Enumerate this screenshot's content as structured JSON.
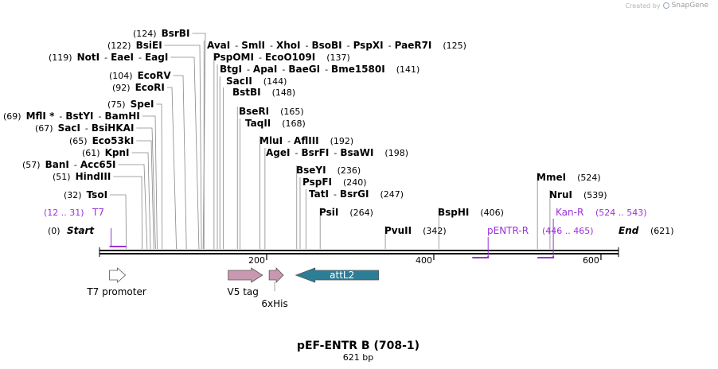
{
  "credit": {
    "prefix": "Created by",
    "brand": "SnapGene"
  },
  "title": "pEF-ENTR B (708-1)",
  "length_label": "621 bp",
  "sequence_length": 621,
  "sites": [
    {
      "pos": 32,
      "names": [
        "TsoI"
      ]
    },
    {
      "pos": 51,
      "names": [
        "HindIII"
      ]
    },
    {
      "pos": 57,
      "names": [
        "BanI",
        "Acc65I"
      ]
    },
    {
      "pos": 61,
      "names": [
        "KpnI"
      ]
    },
    {
      "pos": 65,
      "names": [
        "Eco53kI"
      ]
    },
    {
      "pos": 67,
      "names": [
        "SacI",
        "BsiHKAI"
      ]
    },
    {
      "pos": 69,
      "names": [
        "MflI *",
        "BstYI",
        "BamHI"
      ]
    },
    {
      "pos": 75,
      "names": [
        "SpeI"
      ]
    },
    {
      "pos": 92,
      "names": [
        "EcoRI"
      ]
    },
    {
      "pos": 104,
      "names": [
        "EcoRV"
      ]
    },
    {
      "pos": 119,
      "names": [
        "NotI",
        "EaeI",
        "EagI"
      ]
    },
    {
      "pos": 122,
      "names": [
        "BsiEI"
      ]
    },
    {
      "pos": 124,
      "names": [
        "BsrBI"
      ]
    },
    {
      "pos": 125,
      "names": [
        "AvaI",
        "SmlI",
        "XhoI",
        "BsoBI",
        "PspXI",
        "PaeR7I"
      ]
    },
    {
      "pos": 137,
      "names": [
        "PspOMI",
        "EcoO109I"
      ]
    },
    {
      "pos": 141,
      "names": [
        "BtgI",
        "ApaI",
        "BaeGI",
        "Bme1580I"
      ]
    },
    {
      "pos": 144,
      "names": [
        "SacII"
      ]
    },
    {
      "pos": 148,
      "names": [
        "BstBI"
      ]
    },
    {
      "pos": 165,
      "names": [
        "BseRI"
      ]
    },
    {
      "pos": 168,
      "names": [
        "TaqII"
      ]
    },
    {
      "pos": 192,
      "names": [
        "MluI",
        "AflIII"
      ]
    },
    {
      "pos": 198,
      "names": [
        "AgeI",
        "BsrFI",
        "BsaWI"
      ]
    },
    {
      "pos": 236,
      "names": [
        "BseYI"
      ]
    },
    {
      "pos": 240,
      "names": [
        "PspFI"
      ]
    },
    {
      "pos": 247,
      "names": [
        "TatI",
        "BsrGI"
      ]
    },
    {
      "pos": 264,
      "names": [
        "PsiI"
      ]
    },
    {
      "pos": 342,
      "names": [
        "PvuII"
      ]
    },
    {
      "pos": 406,
      "names": [
        "BspHI"
      ]
    },
    {
      "pos": 524,
      "names": [
        "MmeI"
      ]
    },
    {
      "pos": 539,
      "names": [
        "NruI"
      ]
    }
  ],
  "primers": [
    {
      "name": "T7",
      "range": "(12 .. 31)",
      "start": 12,
      "end": 31,
      "strand": "forward"
    },
    {
      "name": "pENTR-R",
      "range": "(446 .. 465)",
      "start": 446,
      "end": 465,
      "strand": "reverse"
    },
    {
      "name": "Kan-R",
      "range": "(524 .. 543)",
      "start": 524,
      "end": 543,
      "strand": "reverse"
    }
  ],
  "ends": {
    "start_label": "Start",
    "start_pos": "(0)",
    "end_label": "End",
    "end_pos": "(621)"
  },
  "ruler": {
    "ticks": [
      200,
      400,
      600
    ]
  },
  "features": [
    {
      "name": "T7 promoter",
      "start": 12,
      "end": 31,
      "direction": "forward",
      "color": "#ffffff"
    },
    {
      "name": "V5 tag",
      "start": 154,
      "end": 195,
      "direction": "forward",
      "color": "#c997b0"
    },
    {
      "name": "6xHis",
      "start": 203,
      "end": 220,
      "direction": "forward",
      "color": "#c997b0"
    },
    {
      "name": "attL2",
      "start": 235,
      "end": 334,
      "direction": "reverse",
      "color": "#2c7d96"
    }
  ]
}
